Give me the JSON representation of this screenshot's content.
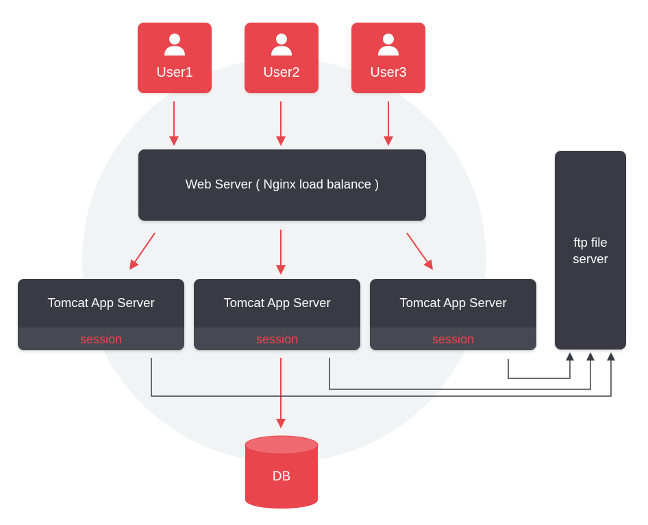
{
  "users": [
    {
      "label": "User1",
      "icon": "user-icon"
    },
    {
      "label": "User2",
      "icon": "user-icon"
    },
    {
      "label": "User3",
      "icon": "user-icon"
    }
  ],
  "web_server": {
    "label": "Web Server ( Nginx load balance )"
  },
  "app_servers": [
    {
      "label": "Tomcat App Server",
      "session": "session"
    },
    {
      "label": "Tomcat App Server",
      "session": "session"
    },
    {
      "label": "Tomcat App Server",
      "session": "session"
    }
  ],
  "ftp_server": {
    "label": "ftp file server"
  },
  "database": {
    "label": "DB"
  },
  "colors": {
    "accent_red": "#e8454c",
    "node_dark": "#3a3a44",
    "session_text": "#e8454c",
    "connector_gray": "#3a3a44",
    "backdrop": "#f1f3f4"
  }
}
